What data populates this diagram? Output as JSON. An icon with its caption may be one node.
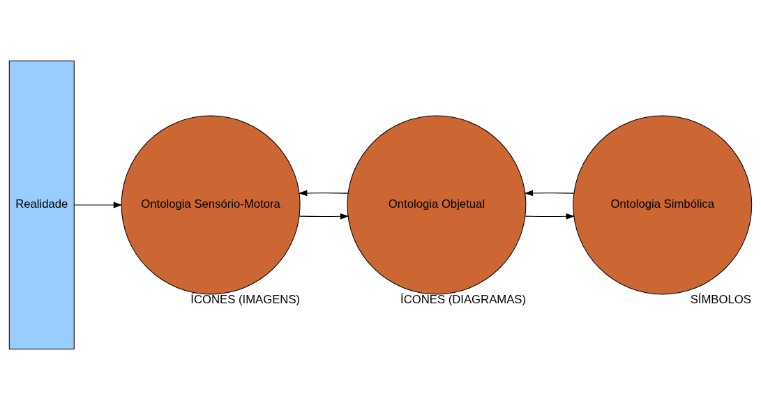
{
  "diagram": {
    "nodes": [
      {
        "text": [
          "Realidade"
        ]
      },
      {
        "text": [
          "Ontologia Sensório-Motora"
        ],
        "beside": [
          "ÍCONES (IMAGENS)"
        ]
      },
      {
        "text": [
          "Ontologia Objetual"
        ],
        "beside": [
          "ÍCONES (DIAGRAMAS)"
        ]
      },
      {
        "text": [
          "Ontologia Simbólica"
        ],
        "beside": [
          "SÍMBOLOS"
        ]
      }
    ],
    "edges": [
      {
        "from": 0,
        "to": 1,
        "arrow": "to"
      },
      {
        "from": 1,
        "to": 2,
        "arrow": "to"
      },
      {
        "from": 2,
        "to": 3,
        "arrow": "to"
      },
      {
        "from": 2,
        "to": 1,
        "arrow": "to"
      },
      {
        "from": 3,
        "to": 2,
        "arrow": "to"
      }
    ]
  }
}
